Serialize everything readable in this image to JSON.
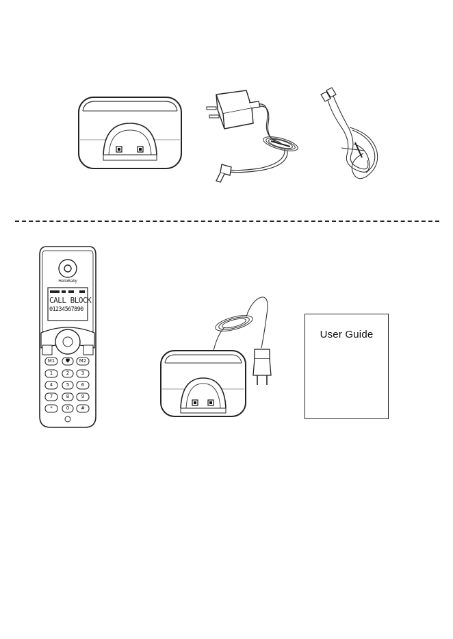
{
  "handset": {
    "brand": "HelloBaby",
    "display_line1": "CALL BLOCK",
    "display_line2": "01234567890",
    "key_m1": "M1",
    "key_m2": "M2",
    "keys": [
      "1",
      "2",
      "3",
      "4",
      "5",
      "6",
      "7",
      "8",
      "9",
      "*",
      "0",
      "#"
    ]
  },
  "user_guide": {
    "title": "User Guide"
  }
}
